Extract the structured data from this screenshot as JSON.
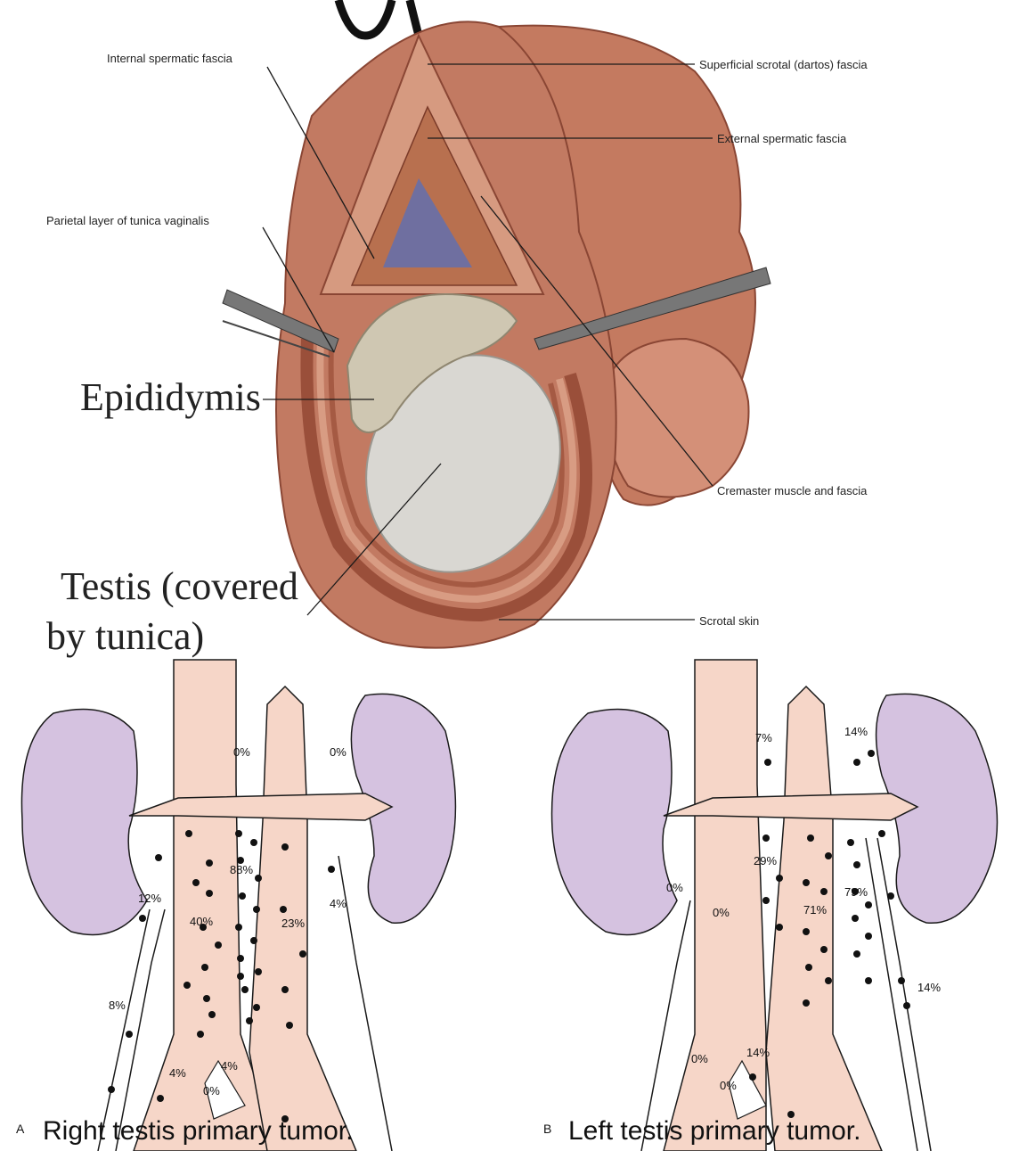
{
  "colors": {
    "skin": "#c9826a",
    "skin_dark": "#9a4f3a",
    "muscle": "#b8614a",
    "testis": "#d9d7d2",
    "vessel": "#f6d6c8",
    "kidney": "#d5c2e0",
    "outline": "#1a1a1a"
  },
  "anatomy": {
    "labels": {
      "internal_spermatic": "Internal spermatic fascia",
      "dartos": "Superficial scrotal (dartos) fascia",
      "external_spermatic": "External spermatic fascia",
      "parietal": "Parietal layer of tunica vaginalis",
      "epididymis": "Epididymis",
      "cremaster": "Cremaster muscle and fascia",
      "testis_line1": "Testis (covered",
      "testis_line2": "by tunica)",
      "scrotal_skin": "Scrotal skin"
    }
  },
  "panel_a": {
    "letter": "A",
    "caption": "Right testis primary tumor.",
    "percentages": {
      "left_renal": "0%",
      "right_renal": "0%",
      "interaorto": "88%",
      "right_paracaval": "12%",
      "precaval": "40%",
      "preaortic": "23%",
      "left_paraaortic": "4%",
      "right_iliac": "8%",
      "right_common_iliac": "4%",
      "left_common_iliac": "4%",
      "presacral": "0%"
    }
  },
  "panel_b": {
    "letter": "B",
    "caption": "Left testis primary tumor.",
    "percentages": {
      "left_renal_hilum_r": "7%",
      "left_renal_hilum_l": "14%",
      "interaorto": "29%",
      "right_paracaval": "0%",
      "precaval": "0%",
      "preaortic": "71%",
      "left_paraaortic": "79%",
      "left_iliac": "14%",
      "right_common_iliac": "0%",
      "left_common_iliac": "14%",
      "presacral": "0%"
    }
  }
}
